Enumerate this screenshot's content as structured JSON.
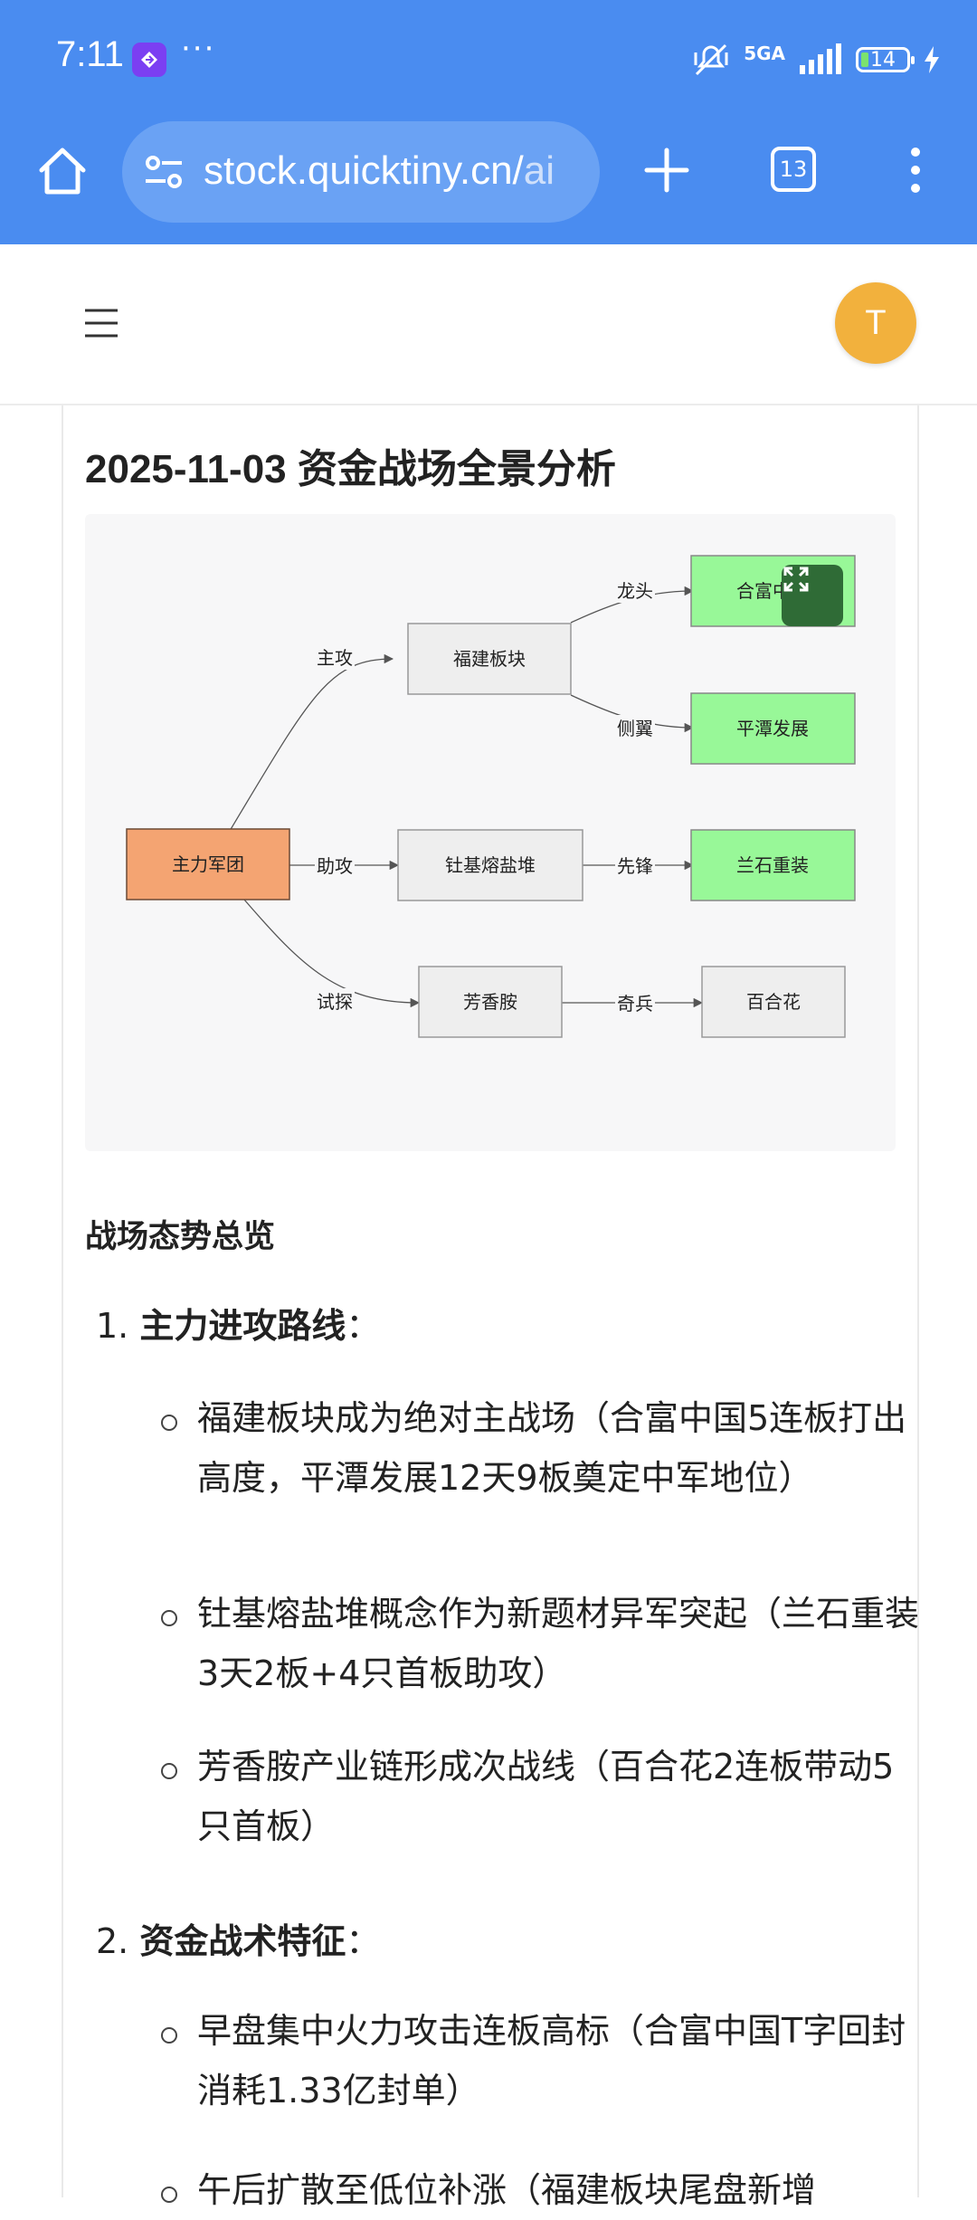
{
  "status_bar": {
    "time": "7:11",
    "network": "5GA",
    "battery": "14"
  },
  "browser": {
    "url_main": "stock.quicktiny.cn/",
    "url_fade": "ai",
    "tab_count": "13"
  },
  "header": {
    "avatar_letter": "T"
  },
  "page": {
    "title": "2025-11-03 资金战场全景分析"
  },
  "diagram": {
    "nodes": {
      "main": "主力军团",
      "fujian": "福建板块",
      "qin": "钍基熔盐堆",
      "fang": "芳香胺",
      "hefu": "合富中国",
      "pingtan": "平潭发展",
      "lanshi": "兰石重装",
      "baihe": "百合花"
    },
    "edges": {
      "e_fujian": "主攻",
      "e_qin": "助攻",
      "e_fang": "试探",
      "e_hefu": "龙头",
      "e_pingtan": "侧翼",
      "e_lanshi": "先锋",
      "e_baihe": "奇兵"
    },
    "colors": {
      "root": "#f4a472",
      "leader": "#98f898",
      "neutral": "#eeeeee"
    }
  },
  "content": {
    "section_heading": "战场态势总览",
    "items": [
      {
        "number": "1.",
        "title": "主力进攻路线",
        "suffix": "：",
        "bullets": [
          "福建板块成为绝对主战场（合富中国5连板打出高度，平潭发展12天9板奠定中军地位）",
          "钍基熔盐堆概念作为新题材异军突起（兰石重装3天2板+4只首板助攻）",
          "芳香胺产业链形成次战线（百合花2连板带动5只首板）"
        ]
      },
      {
        "number": "2.",
        "title": "资金战术特征",
        "suffix": "：",
        "bullets": [
          "早盘集中火力攻击连板高标（合富中国T字回封消耗1.33亿封单）",
          "午后扩散至低位补涨（福建板块尾盘新增"
        ]
      }
    ]
  }
}
